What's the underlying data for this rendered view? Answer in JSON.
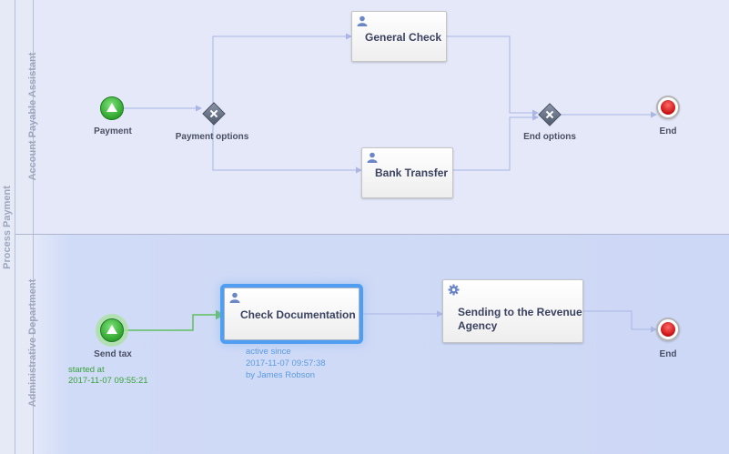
{
  "pool": {
    "name": "Process Payment"
  },
  "lanes": [
    {
      "name": "Account Payable Assistant"
    },
    {
      "name": "Administrative Department"
    }
  ],
  "events": {
    "payment": {
      "label": "Payment"
    },
    "end_top": {
      "label": "End"
    },
    "send_tax": {
      "label": "Send tax",
      "started_label": "started at",
      "started_time": "2017-11-07 09:55:21"
    },
    "end_bottom": {
      "label": "End"
    }
  },
  "gateways": {
    "payment_options": {
      "label": "Payment options"
    },
    "end_options": {
      "label": "End options"
    }
  },
  "tasks": {
    "general_check": {
      "label": "General Check",
      "icon": "user-icon"
    },
    "bank_transfer": {
      "label": "Bank Transfer",
      "icon": "user-icon"
    },
    "check_documentation": {
      "label": "Check Documentation",
      "icon": "user-icon",
      "status": "active since",
      "active_time": "2017-11-07 09:57:38",
      "assignee": "by James Robson"
    },
    "sending_revenue": {
      "label_line1": "Sending to the Revenue",
      "label_line2": "Agency",
      "icon": "gear-icon"
    }
  },
  "colors": {
    "flow": "#aab6e4",
    "active_flow": "#5fbf5f",
    "active_highlight": "#4f9ef2",
    "started_text": "#3aa13a",
    "active_text": "#5b9be0"
  }
}
